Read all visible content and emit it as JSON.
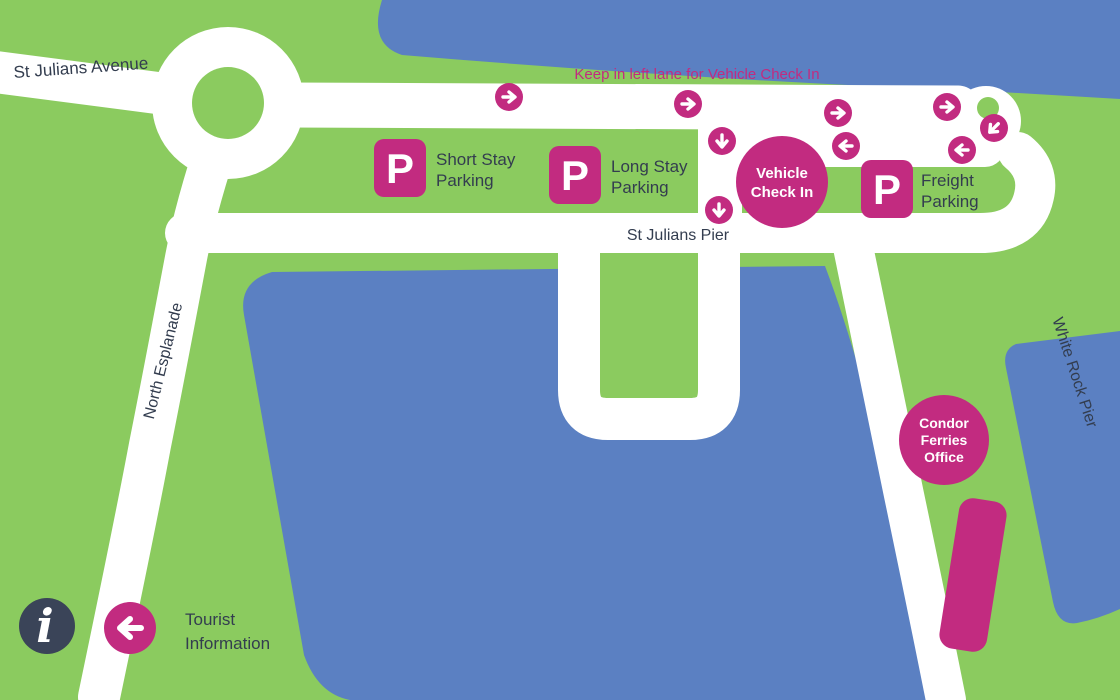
{
  "colors": {
    "land": "#8bcb5f",
    "water": "#5b80c2",
    "road": "#ffffff",
    "brand": "#c22b80",
    "text": "#333d4f",
    "info_bg": "#3a4458"
  },
  "labels": {
    "st_julians_avenue": "St Julians Avenue",
    "keep_left": "Keep in left lane for Vehicle Check In",
    "short_stay_line1": "Short Stay",
    "short_stay_line2": "Parking",
    "long_stay_line1": "Long Stay",
    "long_stay_line2": "Parking",
    "freight_line1": "Freight",
    "freight_line2": "Parking",
    "vehicle_check_in_line1": "Vehicle",
    "vehicle_check_in_line2": "Check In",
    "st_julians_pier": "St Julians Pier",
    "north_esplanade": "North Esplanade",
    "white_rock_pier": "White Rock Pier",
    "condor_line1": "Condor",
    "condor_line2": "Ferries",
    "condor_line3": "Office",
    "tourist_line1": "Tourist",
    "tourist_line2": "Information",
    "parking_symbol": "P",
    "info_symbol": "i"
  },
  "icons": {
    "parking": "P",
    "information": "i",
    "direction_arrow": "→"
  },
  "traffic_arrows": [
    "right",
    "right",
    "right",
    "right",
    "down-left",
    "left",
    "left",
    "down",
    "down",
    "left-to-tourist-information"
  ]
}
